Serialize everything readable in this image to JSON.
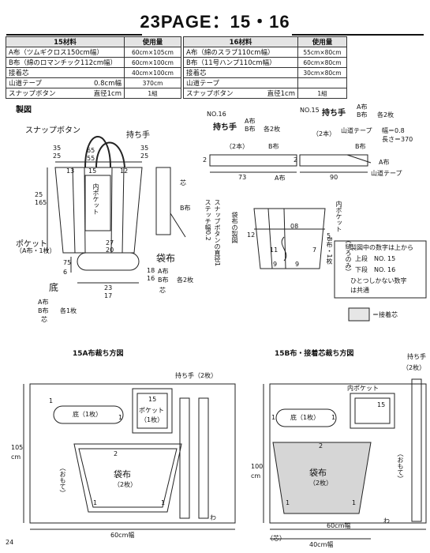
{
  "header": {
    "title": "23PAGE：15・16"
  },
  "materials15": {
    "heading_name": "15材料",
    "heading_amount": "使用量",
    "rows": [
      {
        "name": "A布（ツムギクロス150cm幅）",
        "sub": "",
        "amount": "60cm×105cm"
      },
      {
        "name": "B布（綿のロマンチック112cm幅）",
        "sub": "",
        "amount": "60cm×100cm"
      },
      {
        "name": "接着芯",
        "sub": "",
        "amount": "40cm×100cm"
      },
      {
        "name": "山道テープ",
        "sub": "0.8cm幅",
        "amount": "370cm"
      },
      {
        "name": "スナップボタン",
        "sub": "直径1cm",
        "amount": "1組"
      }
    ]
  },
  "materials16": {
    "heading_name": "16材料",
    "heading_amount": "使用量",
    "rows": [
      {
        "name": "A布（綿のスラブ110cm幅）",
        "sub": "",
        "amount": "55cm×80cm"
      },
      {
        "name": "B布（11号ハンプ110cm幅）",
        "sub": "",
        "amount": "60cm×80cm"
      },
      {
        "name": "接着芯",
        "sub": "",
        "amount": "30cm×80cm"
      },
      {
        "name": "山道テープ",
        "sub": "",
        "amount": ""
      },
      {
        "name": "スナップボタン",
        "sub": "直径1cm",
        "amount": "1組"
      }
    ]
  },
  "diagram": {
    "section_title": "製図",
    "snap_button": "スナップボタン",
    "handle": "持ち手",
    "num_35a": "35",
    "num_25a": "25",
    "num_65": "65",
    "num_55": "55",
    "num_35b": "35",
    "num_25b": "25",
    "num_13": "13",
    "num_15": "15",
    "num_12": "12",
    "num_25side": "25",
    "num_165": "165",
    "inner_pocket_vertical": "内ポケット",
    "pocket_label": "ポケット",
    "pocket_fabric": "（A布・1枚）",
    "num_27": "27",
    "num_20": "20",
    "num_75": "75",
    "num_6": "6",
    "num_23": "23",
    "num_17": "17",
    "bottom": "底",
    "bottom_fabric_a": "A布",
    "bottom_fabric_b": "B布",
    "bottom_count": "各1枚",
    "bottom_core": "芯",
    "bag": "袋布",
    "bag_18": "18",
    "bag_16": "16",
    "bag_fabric_a": "A布",
    "bag_fabric_b": "B布",
    "bag_count": "各2枚",
    "bag_core": "芯",
    "b_fabric_side": "B布",
    "core_side": "芯",
    "stitch_vertical": "ステッチ幅0.2",
    "snap_vertical": "スナップボタンの直径1",
    "bag_draft_vertical": "袋布の製図",
    "no16": "NO.16",
    "no16_handle": "持ち手",
    "no16_fabric_a": "A布",
    "no16_fabric_b": "B布",
    "no16_count": "各2枚",
    "no16_2pcs": "（2本）",
    "no16_bfabric": "B布",
    "no16_2": "2",
    "no16_73": "73",
    "no16_afabric": "A布",
    "no15": "NO.15",
    "no15_handle": "持ち手",
    "no15_fabric_a": "A布",
    "no15_fabric_b": "B布",
    "no15_count": "各2枚",
    "no15_2pcs": "（2本）",
    "no15_tape": "山道テープ",
    "no15_width": "幅＝0.8",
    "no15_length": "長さ＝370",
    "no15_bfabric": "B布",
    "no15_2": "2",
    "no15_90": "90",
    "no15_afabric": "A布",
    "no15_tape2": "山道テープ",
    "bag_12": "12",
    "bag_08": "08",
    "bag_11": "11",
    "bag_9a": "9",
    "bag_9b": "9",
    "bag_7": "7",
    "bag_5": "5",
    "inner_pocket": "内ポケット",
    "inner_pocket_fabric": "B布・1枚",
    "inner_pocket_seam": "（縫ろのみ）",
    "note_line1": "製図中の数字は上から",
    "note_line2": "上段　NO. 15",
    "note_line3": "下段　NO. 16",
    "note_line4": "ひとつしかない数字",
    "note_line5": "は共通",
    "legend_core": "＝接着芯"
  },
  "cut15": {
    "title": "15A布裁ち方図",
    "handle": "持ち手（2枚）",
    "bottom": "底（1枚）",
    "pocket_num": "15",
    "pocket": "ポケット",
    "pocket_count": "（1枚）",
    "bag": "袋布",
    "bag_count": "（2枚）",
    "omote": "（おもて）",
    "height": "105",
    "height_unit": "cm",
    "width": "60cm幅",
    "seam1a": "1",
    "seam1b": "1",
    "seam2": "2",
    "seam1c": "1",
    "seam1d": "1",
    "wa": "わ"
  },
  "cut15b": {
    "title": "15B布・接着芯裁ち方図",
    "handle": "持ち手",
    "handle_count": "（2枚）",
    "inner_pocket": "内ポケット",
    "pocket_num": "15",
    "bottom": "底（1枚）",
    "bag": "袋布",
    "bag_count": "（2枚）",
    "omote": "（おもて）",
    "height": "100",
    "height_unit": "cm",
    "width": "60cm幅",
    "core_label": "（芯）",
    "core_width": "40cm幅",
    "seam1a": "1",
    "seam1b": "1",
    "seam1c": "1",
    "seam1d": "1",
    "seam2": "2",
    "wa": "わ"
  },
  "page_number": "24"
}
